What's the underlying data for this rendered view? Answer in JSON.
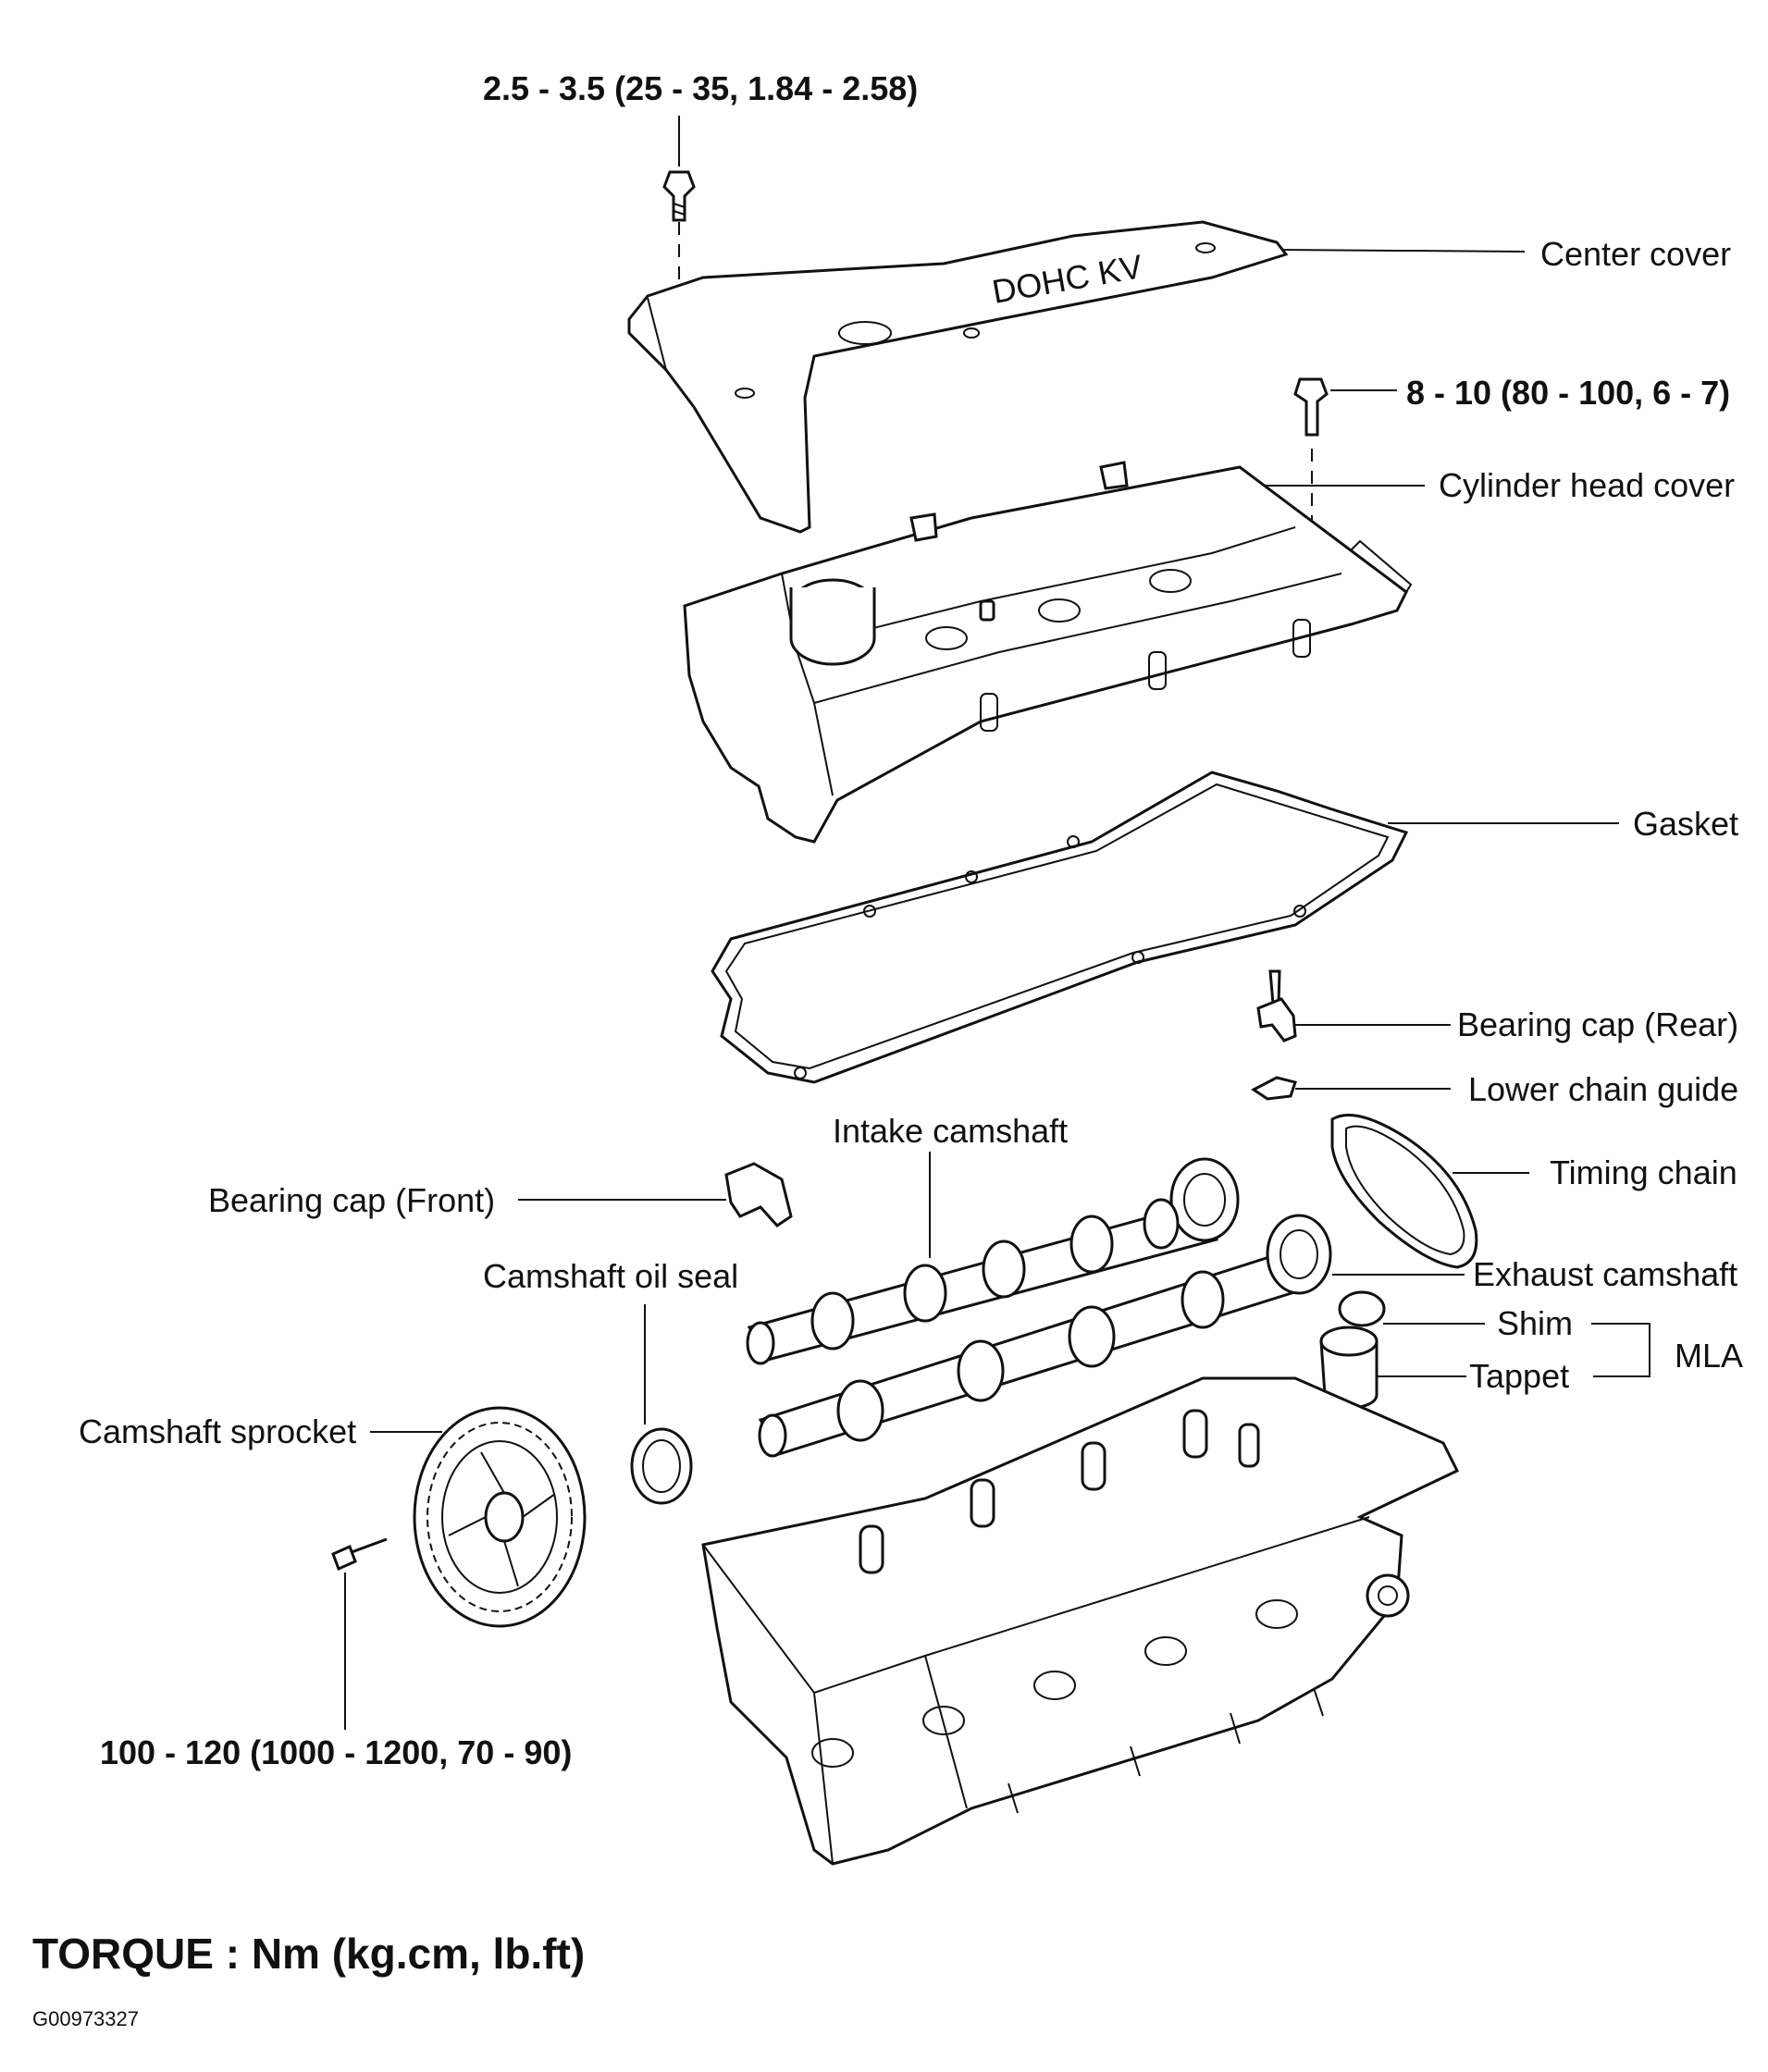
{
  "torque": {
    "cover_bolt": "2.5 - 3.5 (25 - 35, 1.84 - 2.58)",
    "head_cover_bolt": "8 - 10 (80 - 100, 6 - 7)",
    "sprocket_bolt": "100 - 120 (1000 - 1200, 70 - 90)",
    "title": "TORQUE : Nm (kg.cm, lb.ft)"
  },
  "labels": {
    "center_cover": "Center cover",
    "cylinder_head_cover": "Cylinder head cover",
    "gasket": "Gasket",
    "bearing_cap_rear": "Bearing cap (Rear)",
    "lower_chain_guide": "Lower chain guide",
    "intake_camshaft": "Intake camshaft",
    "timing_chain": "Timing chain",
    "bearing_cap_front": "Bearing cap (Front)",
    "camshaft_oil_seal": "Camshaft oil seal",
    "exhaust_camshaft": "Exhaust camshaft",
    "shim": "Shim",
    "mla": "MLA",
    "tappet": "Tappet",
    "camshaft_sprocket": "Camshaft sprocket"
  },
  "cover_lettering": "DOHC KV",
  "figure_id": "G00973327"
}
